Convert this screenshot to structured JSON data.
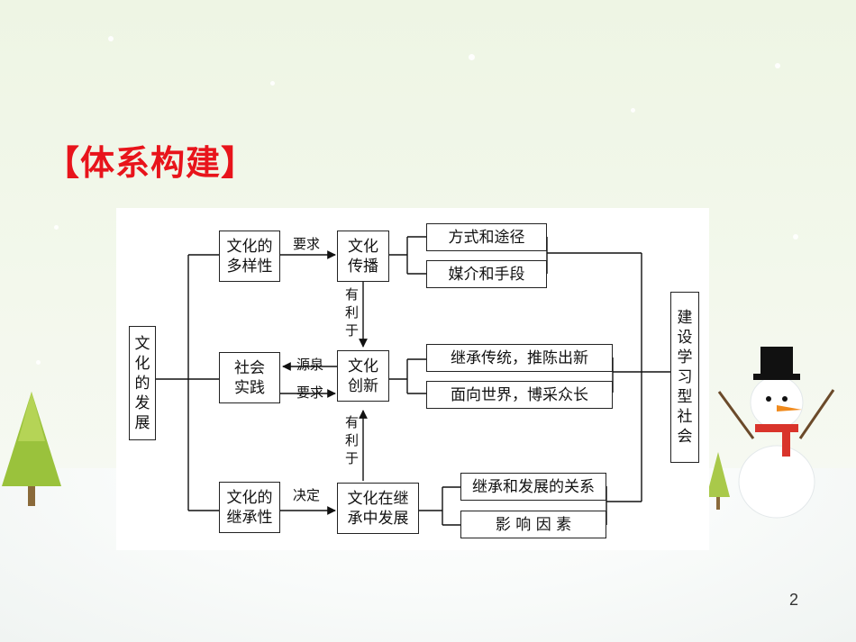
{
  "title": "【体系构建】",
  "page_number": "2",
  "nodes": {
    "root": "文\n化\n的\n发\n展",
    "diversity": "文化的\n多样性",
    "practice": "社会\n实践",
    "inheritance": "文化的\n继承性",
    "transmission": "文化\n传播",
    "innovation": "文化\n创新",
    "develop_in_inherit": "文化在继\n承中发展",
    "ways": "方式和途径",
    "media": "媒介和手段",
    "inherit_tradition": "继承传统，推陈出新",
    "face_world": "面向世界，博采众长",
    "relation": "继承和发展的关系",
    "factors": "影 响 因 素",
    "learning_society": "建\n设\n学\n习\n型\n社\n会"
  },
  "edge_labels": {
    "requires_1": "要求",
    "source": "源泉",
    "requires_2": "要求",
    "decides": "决定",
    "benefits_1": "有\n利\n于",
    "benefits_2": "有\n利\n于"
  }
}
